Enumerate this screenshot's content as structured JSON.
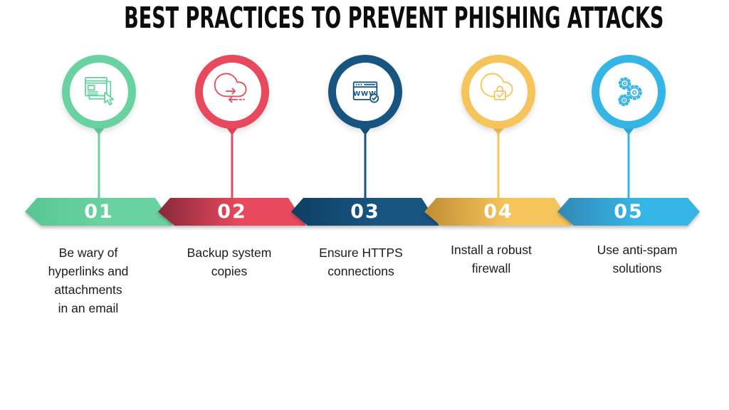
{
  "title": "BEST PRACTICES TO PREVENT PHISHING ATTACKS",
  "steps": [
    {
      "number": "01",
      "label": "Be wary of\nhyperlinks and\nattachments\nin an email",
      "color": "#69D2A1",
      "color_dark": "#58C794",
      "icon": "browser-windows-cursor-icon"
    },
    {
      "number": "02",
      "label": "Backup system\ncopies",
      "color": "#E8495C",
      "color_dark": "#87293B",
      "icon": "cloud-sync-icon"
    },
    {
      "number": "03",
      "label": "Ensure HTTPS\nconnections",
      "color": "#175480",
      "color_dark": "#0E3E62",
      "icon": "www-browser-check-icon"
    },
    {
      "number": "04",
      "label": "Install a robust\nfirewall",
      "color": "#F5C45B",
      "color_dark": "#C08E33",
      "icon": "cloud-lock-icon"
    },
    {
      "number": "05",
      "label": "Use anti-spam\nsolutions",
      "color": "#35B5E6",
      "color_dark": "#3487B3",
      "icon": "gears-icon"
    }
  ]
}
